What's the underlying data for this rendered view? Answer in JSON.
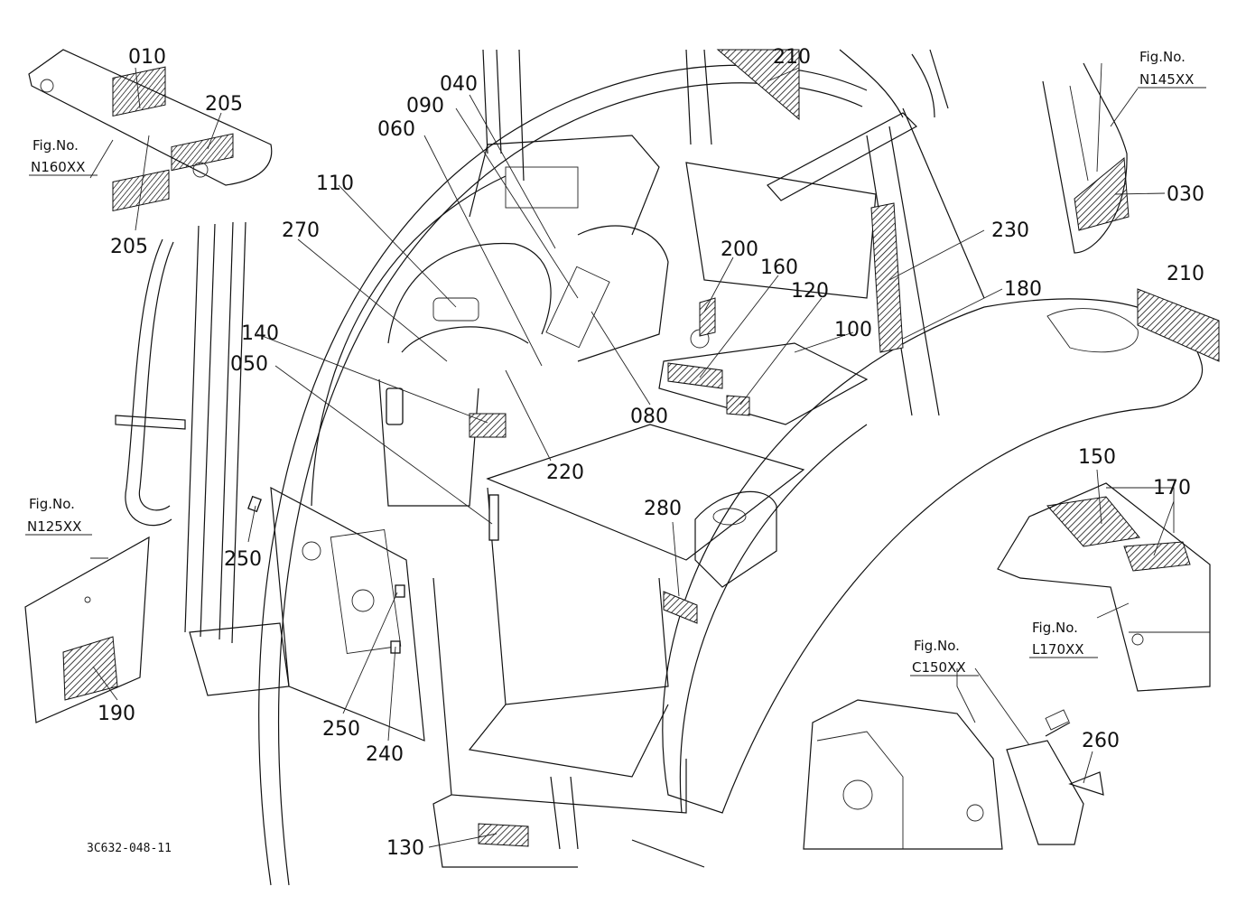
{
  "document_id": "3C632-048-11",
  "part_callouts": [
    "010",
    "205",
    "205",
    "040",
    "090",
    "060",
    "110",
    "270",
    "140",
    "050",
    "210",
    "210",
    "030",
    "230",
    "200",
    "160",
    "120",
    "180",
    "100",
    "080",
    "220",
    "280",
    "250",
    "250",
    "240",
    "190",
    "130",
    "150",
    "170",
    "260"
  ],
  "figure_references": [
    {
      "fig": "Fig.No.",
      "code": "N160XX"
    },
    {
      "fig": "Fig.No.",
      "code": "N145XX"
    },
    {
      "fig": "Fig.No.",
      "code": "N125XX"
    },
    {
      "fig": "Fig.No.",
      "code": "L170XX"
    },
    {
      "fig": "Fig.No.",
      "code": "C150XX"
    }
  ]
}
